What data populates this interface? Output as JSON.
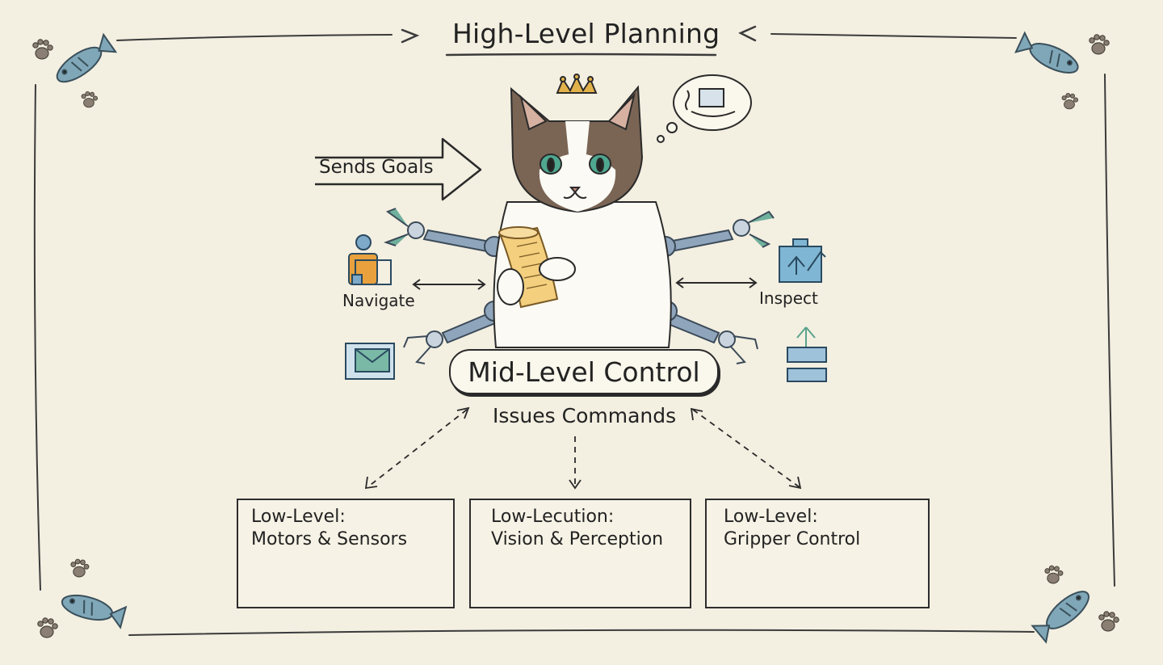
{
  "title": "High-Level Planning",
  "goals_label": "Sends Goals",
  "left_action": "Navigate",
  "right_action": "Inspect",
  "mid_label": "Mid-Level Control",
  "commands_label": "Issues Commands",
  "low_levels": [
    {
      "line1": "Low-Level:",
      "line2": "Motors & Sensors"
    },
    {
      "line1": "Low-Lecution:",
      "line2": "Vision & Perception"
    },
    {
      "line1": "Low-Level:",
      "line2": "Gripper Control"
    }
  ],
  "colors": {
    "paper": "#f3efe1",
    "ink": "#2a2a2a",
    "fish": "#7fa7b8",
    "paw": "#8a7f72",
    "crown": "#e2b24a",
    "robot_arm": "#8fa5bb",
    "arm_tip": "#6fb09c",
    "scroll": "#f3cf7e",
    "cat_brown": "#6b5444",
    "eyes": "#4fa78f"
  }
}
